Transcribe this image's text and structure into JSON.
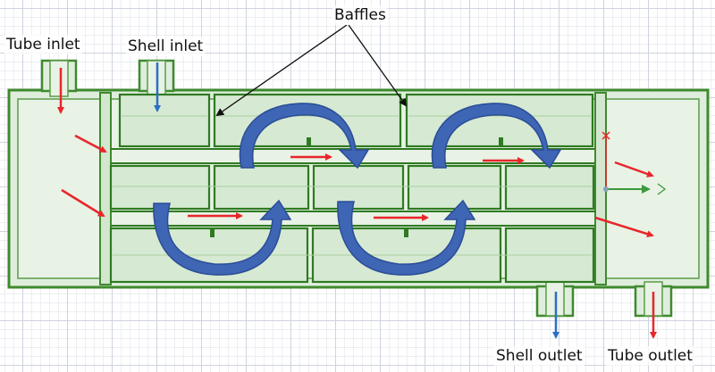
{
  "labels": {
    "tube_inlet": "Tube inlet",
    "shell_inlet": "Shell inlet",
    "baffles": "Baffles",
    "shell_outlet": "Shell outlet",
    "tube_outlet": "Tube outlet"
  },
  "colors": {
    "body_fill": "#dfeedc",
    "outline": "#3f8a2e",
    "tube_flow": "#e8262a",
    "shell_flow": "#2a6fc4",
    "swirl": "#3f65b5"
  }
}
